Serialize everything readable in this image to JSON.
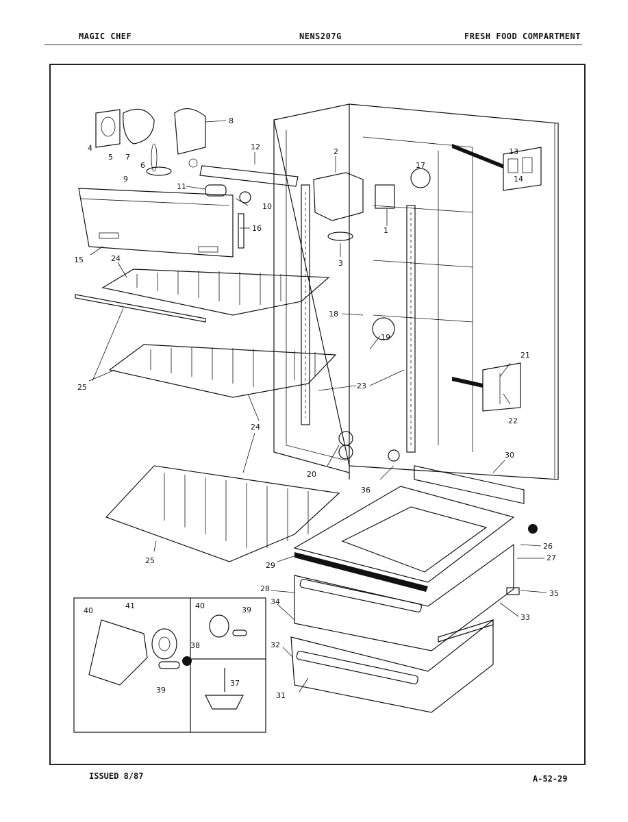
{
  "header": {
    "left": "MAGIC CHEF",
    "center": "NENS207G",
    "right": "FRESH FOOD COMPARTMENT"
  },
  "footer": {
    "issued": "ISSUED 8/87",
    "page": "A-52-29"
  },
  "callouts": [
    "1",
    "2",
    "3",
    "4",
    "5",
    "6",
    "7",
    "8",
    "9",
    "10",
    "11",
    "12",
    "13",
    "14",
    "15",
    "16",
    "17",
    "18",
    "19",
    "20",
    "21",
    "22",
    "23",
    "24",
    "24",
    "25",
    "25",
    "26",
    "27",
    "28",
    "29",
    "30",
    "31",
    "32",
    "33",
    "34",
    "35",
    "36",
    "37",
    "38",
    "39",
    "39",
    "40",
    "40",
    "41"
  ]
}
